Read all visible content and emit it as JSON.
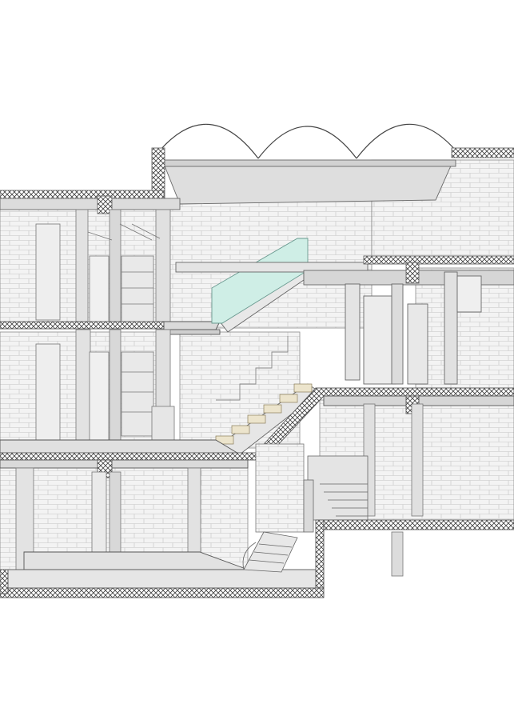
{
  "drawing": {
    "type": "architectural-sectional-perspective",
    "labels": [],
    "colors": {
      "paper": "#ffffff",
      "line": "#555555",
      "wall_fill": "#f1f1f1",
      "concrete": "#dcdcdc",
      "concrete_dark": "#c9c9c9",
      "glass": "#cfeee6",
      "timber_tread": "#ece4cc",
      "hatch": "#3c3c3c"
    },
    "levels": [
      "roof",
      "second-floor",
      "first-floor",
      "ground-floor",
      "basement"
    ],
    "elements": [
      "barrel-vault-skylights",
      "cut-slabs",
      "brick-walls",
      "columns",
      "main-stair",
      "glass-balustrade",
      "basement-stair",
      "spiral-stair"
    ]
  }
}
